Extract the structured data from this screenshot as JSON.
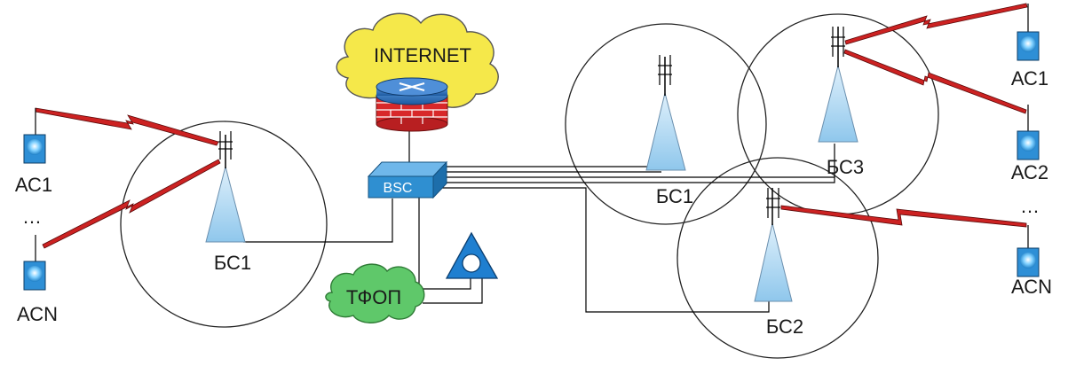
{
  "labels": {
    "internet": "INTERNET",
    "bsc": "BSC",
    "tfop": "ТФОП",
    "left_bs": "БС1",
    "right_bs1": "БС1",
    "right_bs2": "БС2",
    "right_bs3": "БС3",
    "left_ac1": "АС1",
    "left_dots": "…",
    "left_acn": "АСN",
    "right_ac1": "АС1",
    "right_ac2": "АС2",
    "right_dots": "…",
    "right_acn": "АСN"
  },
  "colors": {
    "cloud_internet": "#f5e84a",
    "cloud_tfop": "#5fc86a",
    "bsc_box": "#2f8fd1",
    "firewall": "#d8282a",
    "router": "#2a6fb8",
    "triangle_bs": "#9ecfef",
    "radio_link": "#cc2222",
    "terminal": "#2e8fd6"
  },
  "icons": [
    "internet-cloud-icon",
    "firewall-router-icon",
    "bsc-switch-icon",
    "pstn-cloud-icon",
    "exchange-triangle-icon",
    "antenna-tower-icon",
    "mobile-terminal-icon",
    "radio-link-icon"
  ]
}
